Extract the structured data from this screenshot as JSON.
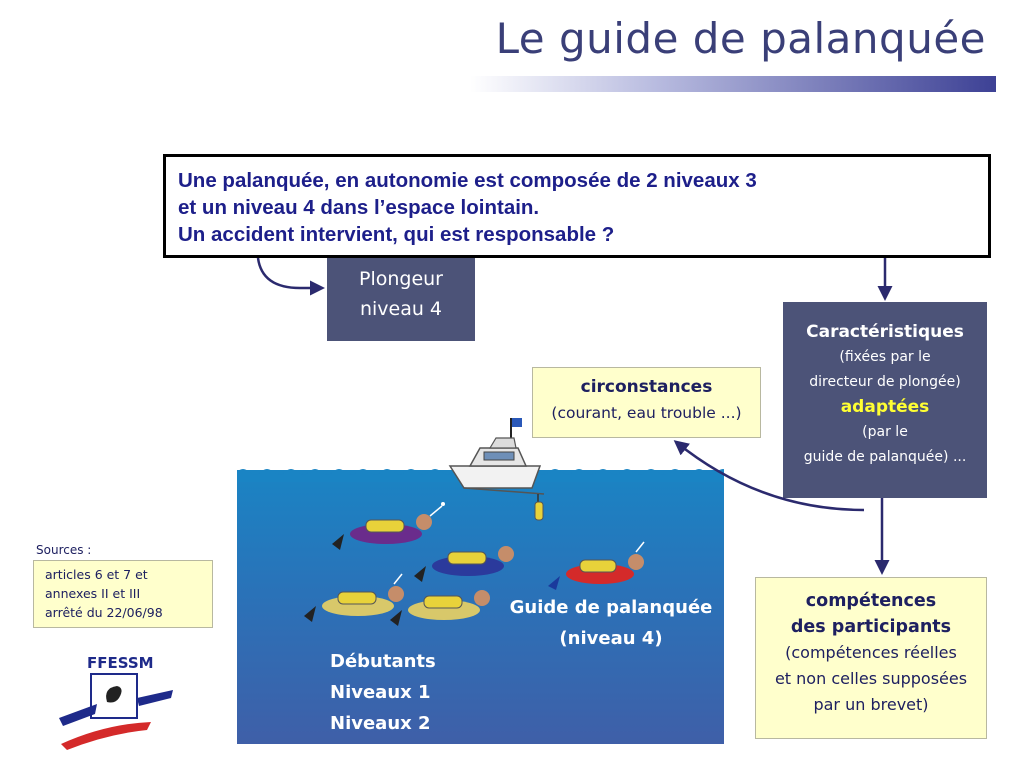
{
  "title": "Le guide de palanquée",
  "question": {
    "line1": "Une palanquée, en autonomie est composée de 2 niveaux 3",
    "line2": "et un niveau 4 dans l’espace lointain.",
    "line3": "Un accident intervient, qui est responsable ?"
  },
  "plongeur": {
    "line1": "Plongeur",
    "line2": "niveau 4"
  },
  "caracteristiques": {
    "heading": "Caractéristiques",
    "line1": "(fixées par le",
    "line2": "directeur de plongée)",
    "highlight": "adaptées",
    "line3": "(par le",
    "line4": "guide de palanquée) ..."
  },
  "circonstances": {
    "heading": "circonstances",
    "detail": "(courant, eau trouble ...)"
  },
  "competences": {
    "heading1": "compétences",
    "heading2": "des participants",
    "line1": "(compétences réelles",
    "line2": "et non celles supposées",
    "line3": "par un brevet)"
  },
  "guide_label": {
    "line1": "Guide de palanquée",
    "line2": "(niveau 4)"
  },
  "debutants_label": {
    "line1": "Débutants",
    "line2": "Niveaux 1",
    "line3": "Niveaux 2"
  },
  "sources": {
    "title": "Sources :",
    "line1": "articles 6 et 7 et",
    "line2": "annexes II et III",
    "line3": "arrêté du 22/06/98"
  },
  "logo_text": "FFESSM",
  "colors": {
    "title": "#3a3f78",
    "dark_box": "#4c5378",
    "light_box": "#ffffcc",
    "arrow": "#2b2a6e",
    "question_text": "#1d1f8a",
    "highlight": "#ffff33"
  }
}
